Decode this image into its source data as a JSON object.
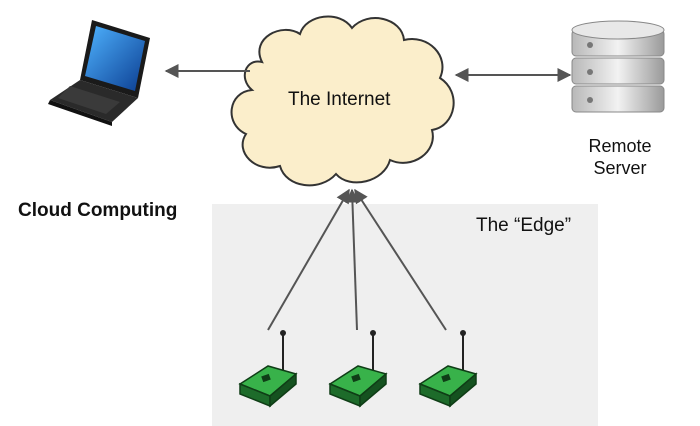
{
  "title": "Cloud Computing",
  "cloud": {
    "label": "The Internet"
  },
  "edge": {
    "label": "The “Edge”"
  },
  "server": {
    "line1": "Remote",
    "line2": "Server"
  },
  "colors": {
    "cloud_fill": "#fbeecb",
    "edge_area": "#efefef",
    "sensor_green": "#2e9a3a",
    "arrow": "#555555"
  },
  "icons": [
    "laptop-icon",
    "server-icon",
    "sensor-icon"
  ]
}
